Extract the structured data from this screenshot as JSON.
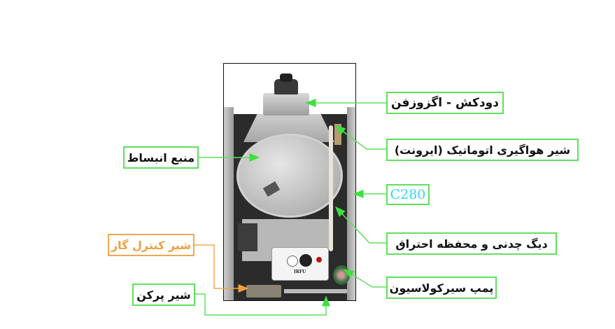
{
  "diagram": {
    "title": "boiler components diagram",
    "colors": {
      "green": "#5fe05f",
      "orange": "#f0a850",
      "cyan": "#33d6ee"
    },
    "labels": {
      "flue_fan": "دودکش - اگزوزفن",
      "auto_air_vent": "شیر هواگیری اتوماتیک (ایرونت)",
      "model": "C280",
      "cast_iron_boiler": "دیگ چدنی و محفظه احتراق",
      "circulation_pump": "پمپ سیرکولاسیون",
      "expansion_tank": "منبع انبساط",
      "gas_control_valve": "شیر کنترل گاز",
      "fill_valve": "شیر پرکن"
    },
    "control_panel": {
      "brand": "IRFU"
    }
  }
}
